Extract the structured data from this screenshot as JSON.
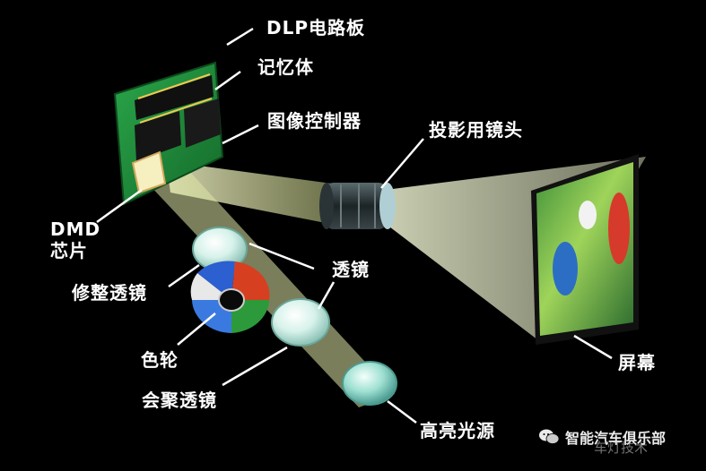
{
  "labels": {
    "dlp_board": "DLP电路板",
    "memory": "记忆体",
    "image_controller": "图像控制器",
    "projection_lens": "投影用镜头",
    "dmd_line1": "DMD",
    "dmd_line2": "芯片",
    "lens": "透镜",
    "trim_lens": "修整透镜",
    "color_wheel": "色轮",
    "condenser_lens": "会聚透镜",
    "screen": "屏幕",
    "light_source": "高亮光源"
  },
  "watermark": {
    "icon": "wechat-icon",
    "text": "智能汽车俱乐部",
    "subtext": "车灯技术"
  },
  "colors": {
    "background": "#000000",
    "board_green": "#1e8a3a",
    "beam": "#e8edb0",
    "screen_frame": "#111111"
  }
}
